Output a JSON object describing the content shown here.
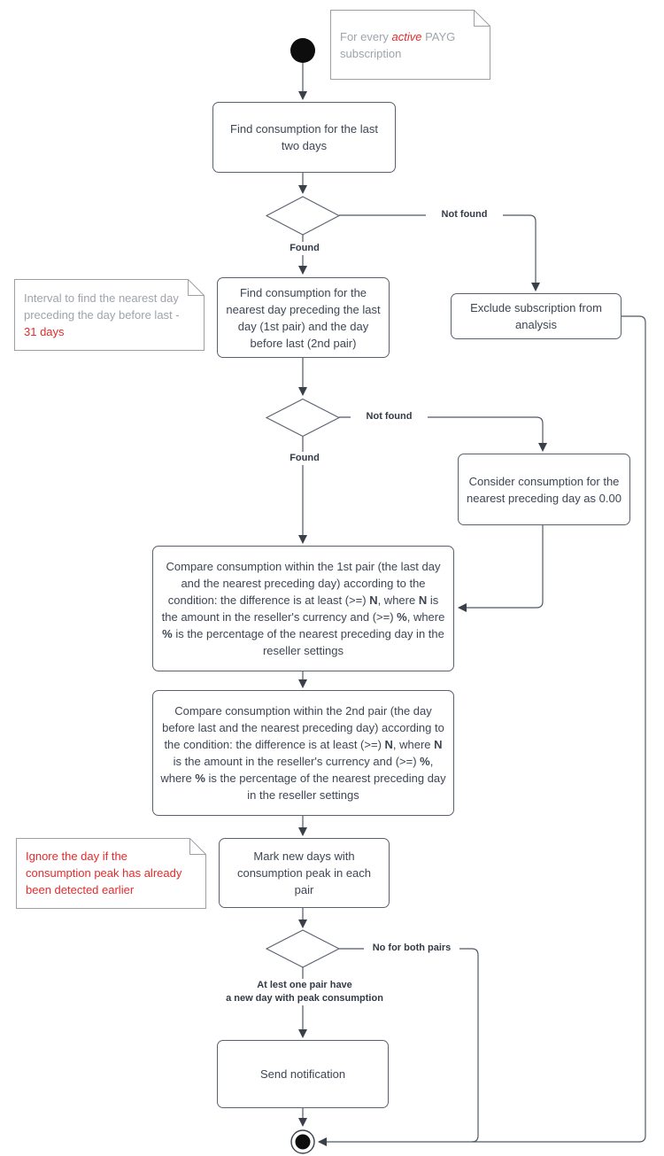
{
  "palette": {
    "node_stroke": "#59606e",
    "node_text": "#3e4654",
    "connector": "#4f5866",
    "arrow_fill": "#39404a",
    "note_border": "#9c9fa3",
    "note_text": "#9ea4ac",
    "red": "#e22b2b",
    "start_end_fill": "#0d0d0d"
  },
  "notes": {
    "for_every": {
      "pre": "For every ",
      "em": "active",
      "post": " PAYG subscription"
    },
    "interval": {
      "pre": "Interval to find the nearest day preceding the day before last - ",
      "em": "31 days"
    },
    "ignore": {
      "text": "Ignore the day if the consumption peak has already been detected earlier"
    }
  },
  "nodes": {
    "find_last_two": "Find consumption for the last two days",
    "find_nearest": "Find consumption for the nearest day preceding the last day (1st pair) and the day before last (2nd pair)",
    "exclude": "Exclude subscription from analysis",
    "consider_zero": "Consider consumption for the nearest preceding day as 0.00",
    "compare_first": {
      "parts": [
        "Compare consumption within the 1st pair (the last day and the nearest preceding day) according to the condition: the difference is at least (>=) ",
        "N",
        ", where ",
        "N",
        " is the amount in the reseller's currency and (>=) ",
        "%",
        ", where ",
        "%",
        " is the percentage of the nearest preceding day in the reseller settings"
      ]
    },
    "compare_second": {
      "parts": [
        "Compare consumption within the 2nd pair (the day before last and the nearest preceding day) according to the condition: the difference is at least (>=) ",
        "N",
        ", where ",
        "N",
        " is the amount in the reseller's currency and (>=) ",
        "%",
        ", where ",
        "%",
        " is the percentage of the nearest preceding day in the reseller settings"
      ]
    },
    "mark_new_days": "Mark new days with consumption peak in each pair",
    "send_notification": "Send notification"
  },
  "edges": {
    "not_found_1": "Not found",
    "found_1": "Found",
    "not_found_2": "Not found",
    "found_2": "Found",
    "no_both_pairs": "No for both pairs",
    "at_least_line1": "At lest one pair have",
    "at_least_line2": "a new day with peak consumption"
  }
}
